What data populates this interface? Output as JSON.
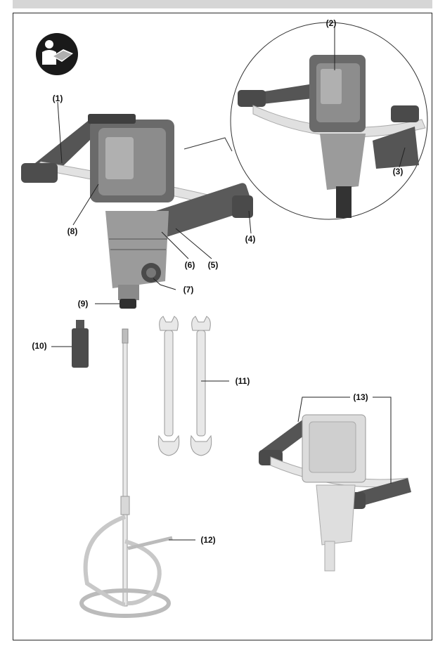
{
  "labels": {
    "l1": "(1)",
    "l2": "(2)",
    "l3": "(3)",
    "l4": "(4)",
    "l5": "(5)",
    "l6": "(6)",
    "l7": "(7)",
    "l8": "(8)",
    "l9": "(9)",
    "l10": "(10)",
    "l11": "(11)",
    "l12": "(12)",
    "l13": "(13)"
  },
  "icons": {
    "manual": "read-manual-icon"
  },
  "colors": {
    "body": "#9a9a9a",
    "dark": "#4a4a4a",
    "light": "#e6e6e6",
    "grip": "#555555"
  }
}
